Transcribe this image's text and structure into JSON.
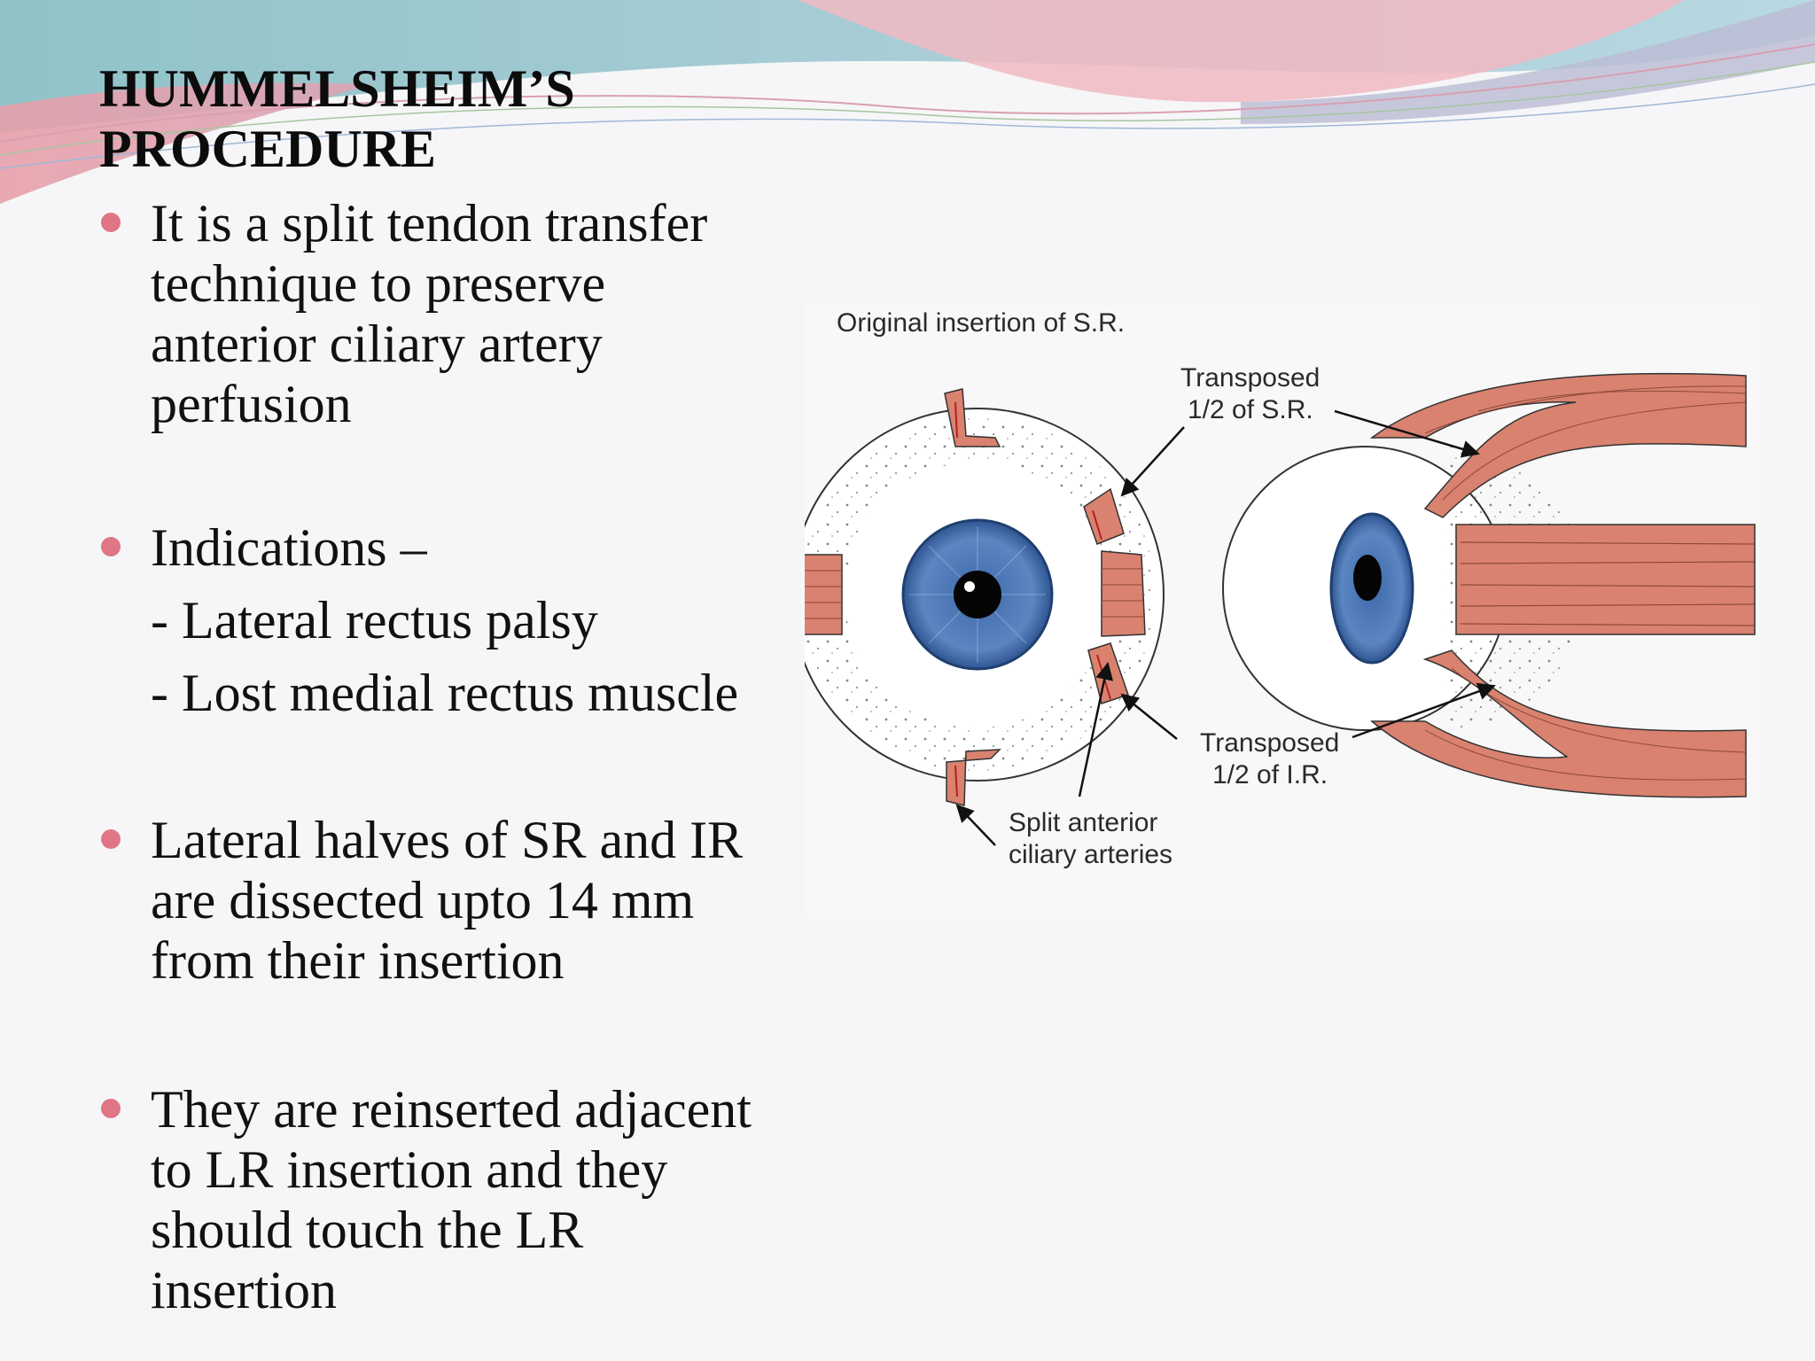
{
  "slide": {
    "title_lines": [
      "HUMMELSHEIM’S",
      "PROCEDURE"
    ],
    "bullets": [
      {
        "lines": [
          "It is a split tendon transfer",
          "technique to preserve",
          "anterior ciliary artery",
          "perfusion"
        ]
      },
      {
        "lines": [
          "Indications –"
        ],
        "sub_items": [
          "- Lateral rectus palsy",
          "- Lost medial rectus muscle"
        ]
      },
      {
        "lines": [
          "Lateral halves of SR and IR",
          "are dissected upto 14 mm",
          "from their insertion"
        ]
      },
      {
        "lines": [
          "They are reinserted adjacent",
          "to LR insertion and they",
          "should touch the LR",
          "insertion"
        ]
      }
    ],
    "colors": {
      "bullet": "#e07586",
      "text": "#111111",
      "muscle": "#d9826f",
      "iris": "#5b86c2"
    }
  },
  "figure": {
    "labels": {
      "original_insertion": "Original insertion of S.R.",
      "transposed_sr_line1": "Transposed",
      "transposed_sr_line2": "1/2 of S.R.",
      "transposed_ir_line1": "Transposed",
      "transposed_ir_line2": "1/2 of I.R.",
      "split_arteries_line1": "Split anterior",
      "split_arteries_line2": "ciliary arteries"
    }
  }
}
